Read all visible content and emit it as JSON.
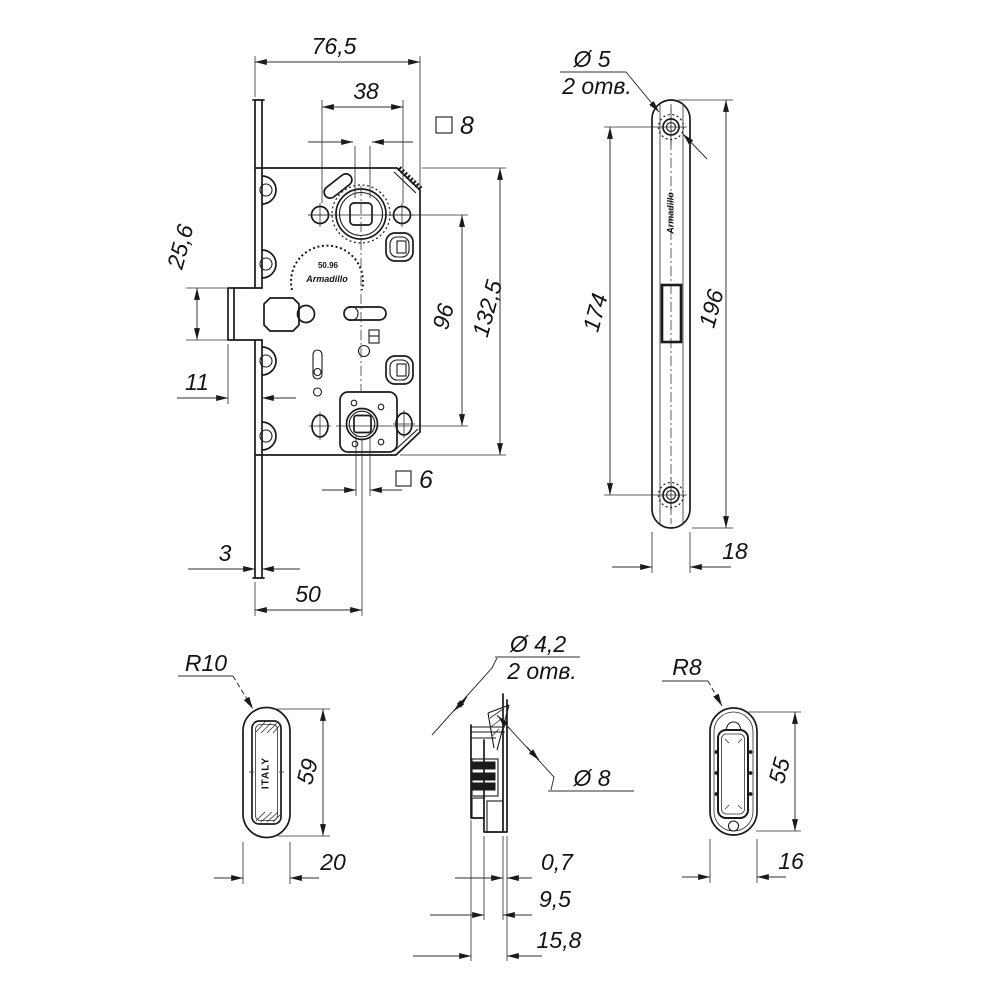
{
  "main_view": {
    "overall_depth": "76,5",
    "hole_spacing": "38",
    "spindle_square": "8",
    "bolt_height": "25,6",
    "bolt_throw": "11",
    "faceplate_thickness": "3",
    "backset": "50",
    "wc_square": "6",
    "handle_centers": "96",
    "case_height": "132,5",
    "model": "50.96",
    "brand": "Armadillo"
  },
  "faceplate_view": {
    "hole_diameter": "Ø 5",
    "holes_note": "2 отв.",
    "screw_centers": "174",
    "length": "196",
    "width": "18",
    "brand": "Armadillo"
  },
  "strike_plate_view": {
    "corner_radius": "R10",
    "height": "59",
    "width": "20",
    "origin": "ITALY"
  },
  "section_view": {
    "hole_diameter": "Ø 4,2",
    "holes_note": "2 отв.",
    "countersink_diameter": "Ø 8",
    "flange_thickness": "0,7",
    "depth": "9,5",
    "total_depth": "15,8"
  },
  "insert_view": {
    "corner_radius": "R8",
    "height": "55",
    "width": "16"
  },
  "colors": {
    "background": "#ffffff",
    "lines": "#1a1a1a",
    "dims": "#3a3a3a"
  }
}
